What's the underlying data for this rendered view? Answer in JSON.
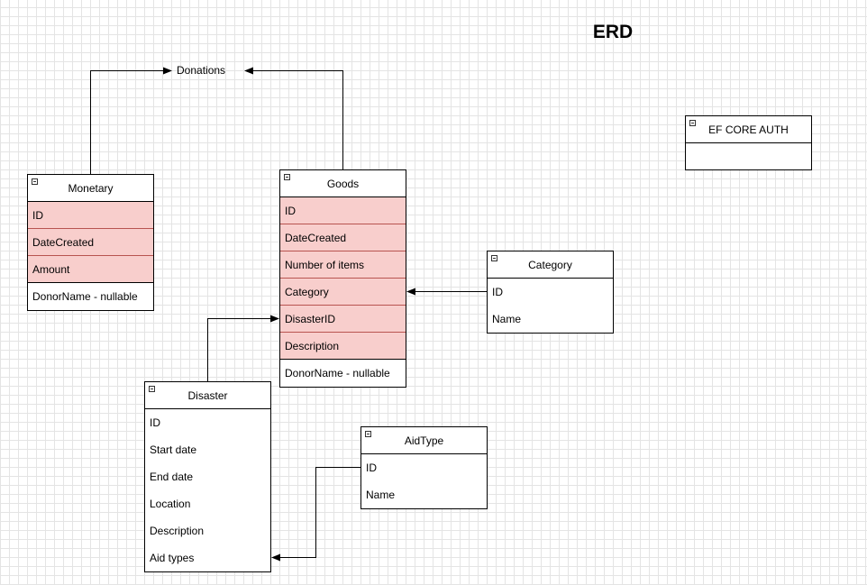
{
  "title": "ERD",
  "donations_label": "Donations",
  "monetary": {
    "name": "Monetary",
    "fields": [
      "ID",
      "DateCreated",
      "Amount"
    ],
    "extra": "DonorName - nullable"
  },
  "goods": {
    "name": "Goods",
    "fields": [
      "ID",
      "DateCreated",
      "Number of items",
      "Category",
      "DisasterID",
      "Description"
    ],
    "extra": "DonorName - nullable"
  },
  "category": {
    "name": "Category",
    "fields": [
      "ID",
      "Name"
    ]
  },
  "disaster": {
    "name": "Disaster",
    "fields": [
      "ID",
      "Start date",
      "End date",
      "Location",
      "Description",
      "Aid types"
    ]
  },
  "aidtype": {
    "name": "AidType",
    "fields": [
      "ID",
      "Name"
    ]
  },
  "auth": {
    "name": "EF CORE AUTH"
  },
  "colors": {
    "key_fill": "#f8cecc",
    "key_border": "#b85450",
    "grid": "#e4e4e4"
  }
}
